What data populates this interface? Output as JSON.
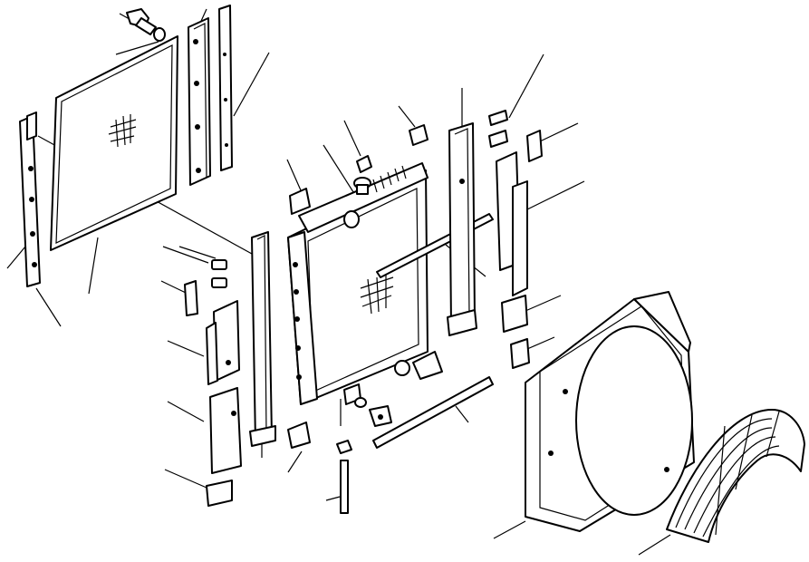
{
  "diagram": {
    "kind": "exploded-parts-view",
    "line_color": "#000000",
    "background": "#ffffff",
    "parts": [
      "radiator-core",
      "radiator-cap",
      "left-screen-frame",
      "inlet-screen",
      "left-side-bracket",
      "bracket-strip",
      "right-side-bracket",
      "left-upright-support",
      "right-upright-support",
      "upper-tie-rod",
      "lower-tie-rod",
      "fan-shroud",
      "fan-guard",
      "rubber-mounts",
      "seal-blocks",
      "wing-bolt-top",
      "drain-cock",
      "drain-bolt",
      "drain-pipe"
    ]
  }
}
